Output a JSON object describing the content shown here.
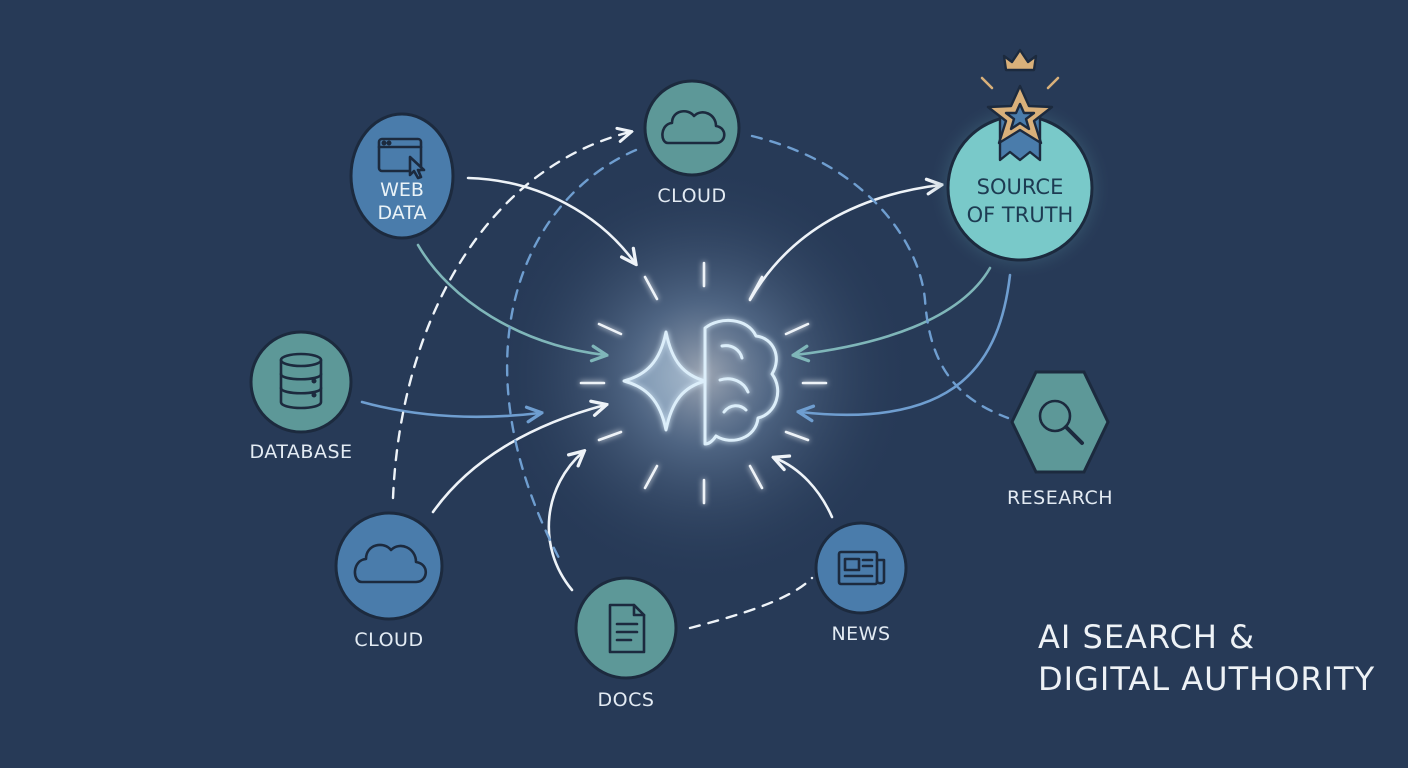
{
  "title": {
    "line1": "AI SEARCH &",
    "line2": "DIGITAL AUTHORITY"
  },
  "nodes": {
    "web_data": {
      "line1": "WEB",
      "line2": "DATA",
      "icon": "browser-cursor-icon"
    },
    "cloud_top": {
      "label": "CLOUD",
      "icon": "cloud-icon"
    },
    "source_of_truth": {
      "line1": "SOURCE",
      "line2": "OF TRUTH",
      "icon": "star-ribbon-crown-icon"
    },
    "database": {
      "label": "DATABASE",
      "icon": "database-icon"
    },
    "research": {
      "label": "RESEARCH",
      "icon": "magnifier-icon"
    },
    "cloud_bottom": {
      "label": "CLOUD",
      "icon": "cloud-icon"
    },
    "docs": {
      "label": "DOCS",
      "icon": "document-icon"
    },
    "news": {
      "label": "NEWS",
      "icon": "newspaper-icon"
    }
  },
  "hub": {
    "icon": "sparkle-brain-icon"
  },
  "colors": {
    "background": "#273a57",
    "node_blue": "#4a7cab",
    "node_teal": "#5d9898",
    "source_of_truth": "#79c9c9",
    "accent_gold": "#d9b07a"
  }
}
